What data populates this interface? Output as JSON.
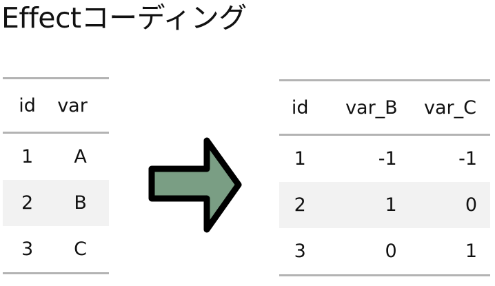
{
  "title": "Effectコーディング",
  "left_table": {
    "headers": [
      "id",
      "var"
    ],
    "rows": [
      [
        "1",
        "A"
      ],
      [
        "2",
        "B"
      ],
      [
        "3",
        "C"
      ]
    ]
  },
  "right_table": {
    "headers": [
      "id",
      "var_B",
      "var_C"
    ],
    "rows": [
      [
        "1",
        "-1",
        "-1"
      ],
      [
        "2",
        "1",
        "0"
      ],
      [
        "3",
        "0",
        "1"
      ]
    ]
  },
  "arrow": {
    "icon": "right-arrow-icon",
    "fill_color": "#7a9e84",
    "stroke_color": "#000000"
  },
  "colors": {
    "rule": "#b3b3b3",
    "shaded_row": "#f2f2f2"
  }
}
